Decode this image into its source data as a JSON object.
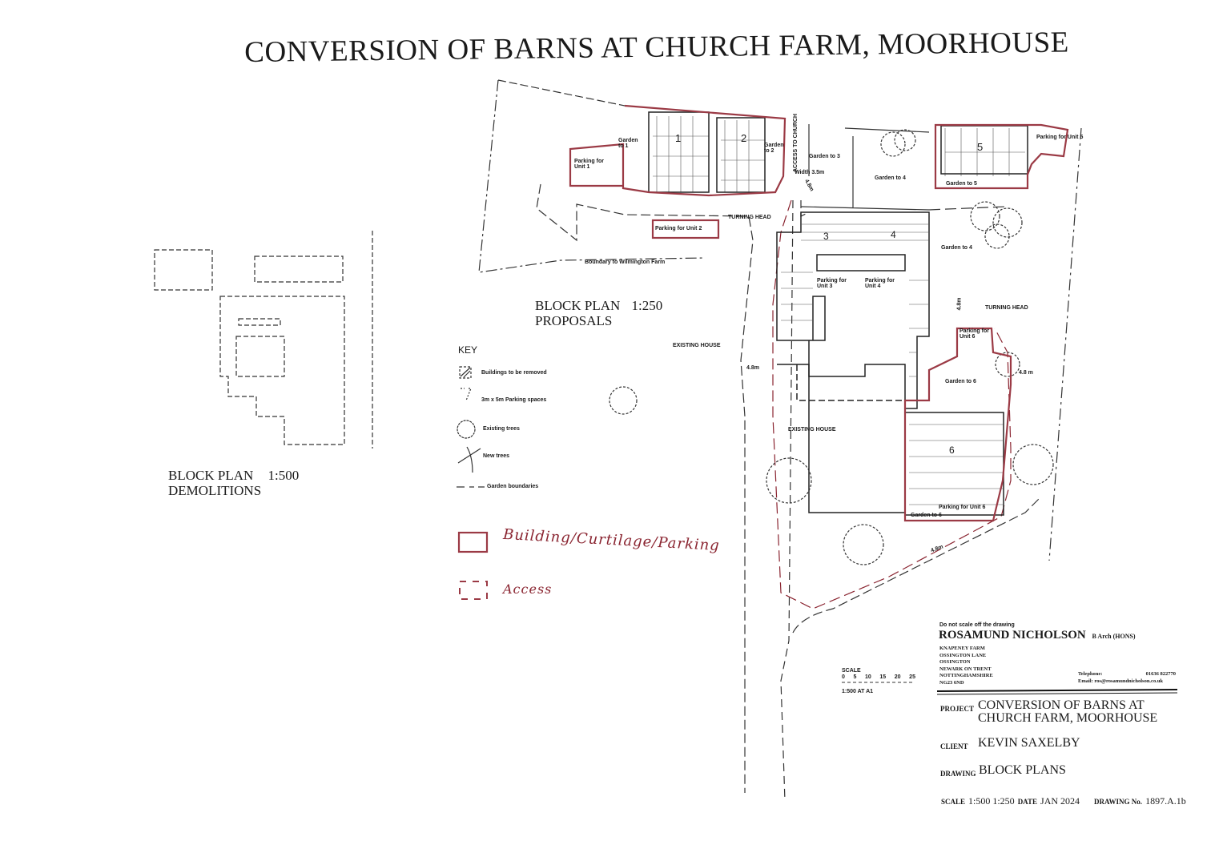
{
  "title": "CONVERSION OF BARNS AT CHURCH FARM, MOORHOUSE",
  "demolition_plan": {
    "heading": "BLOCK PLAN",
    "scale": "1:500",
    "subheading": "DEMOLITIONS"
  },
  "proposal_plan": {
    "heading": "BLOCK PLAN",
    "scale": "1:250",
    "subheading": "PROPOSALS"
  },
  "key": {
    "title": "KEY",
    "items": [
      {
        "icon": "hatched-square-icon",
        "label": "Buildings to be removed"
      },
      {
        "icon": "parking-space-icon",
        "label": "3m x 5m Parking spaces"
      },
      {
        "icon": "existing-tree-icon",
        "label": "Existing trees"
      },
      {
        "icon": "new-tree-icon",
        "label": "New trees"
      },
      {
        "icon": "dashed-line-icon",
        "label": "Garden boundaries"
      }
    ]
  },
  "red_legend": {
    "solid_label": "Building/Curtilage/Parking",
    "dashed_label": "Access",
    "color": "#9b3a45"
  },
  "plan_labels": {
    "parking_unit1": "Parking for Unit 1",
    "garden1": "Garden to 1",
    "unit1": "1",
    "unit2": "2",
    "garden2": "Garden to 2",
    "access_church": "ACCESS TO CHURCH",
    "width_35": "Width 3.5m",
    "width_48a": "4.8m",
    "garden3": "Garden to 3",
    "garden4_top": "Garden to 4",
    "unit5": "5",
    "parking_unit5": "Parking for Unit 5",
    "garden5": "Garden to 5",
    "turning_head_1": "TURNING HEAD",
    "parking_unit2": "Parking for Unit 2",
    "boundary": "Boundary to Wilmington Farm",
    "unit3": "3",
    "unit4": "4",
    "parking_unit3": "Parking for Unit 3",
    "parking_unit4": "Parking for Unit 4",
    "garden4": "Garden to 4",
    "turning_head_2": "TURNING HEAD",
    "width_48b": "4.8m",
    "parking_unit6": "Parking for Unit 6",
    "existing_house_1": "EXISTING HOUSE",
    "width_48c": "4.8m",
    "garden6": "Garden to 6",
    "width_48d": "4.8 m",
    "existing_house_2": "EXISTING HOUSE",
    "unit6": "6",
    "parking_unit6b": "Parking for Unit 6",
    "garden6b": "Garden to 6",
    "width_48e": "4.8m"
  },
  "scale_bar": {
    "title": "SCALE",
    "ticks": [
      "0",
      "5",
      "10",
      "15",
      "20",
      "25"
    ],
    "note": "1:500 AT A1"
  },
  "title_block": {
    "warning": "Do not scale off the drawing",
    "architect": "ROSAMUND NICHOLSON",
    "qualification": "B Arch (HONS)",
    "address": [
      "KNAPENEY FARM",
      "OSSINGTON LANE",
      "OSSINGTON",
      "NEWARK ON TRENT",
      "NOTTINGHAMSHIRE",
      "NG23 6ND"
    ],
    "telephone_label": "Telephone:",
    "telephone": "01636 822770",
    "email_label": "Email:",
    "email": "ros@rosamundnicholson.co.uk",
    "project_label": "PROJECT",
    "project_line1": "CONVERSION OF BARNS AT",
    "project_line2": "CHURCH FARM, MOORHOUSE",
    "client_label": "CLIENT",
    "client": "KEVIN SAXELBY",
    "drawing_label": "DRAWING",
    "drawing": "BLOCK PLANS",
    "scale_label": "SCALE",
    "scale": "1:500 1:250",
    "date_label": "DATE",
    "date": "JAN 2024",
    "drawing_no_label": "DRAWING No.",
    "drawing_no": "1897.A.1b"
  }
}
